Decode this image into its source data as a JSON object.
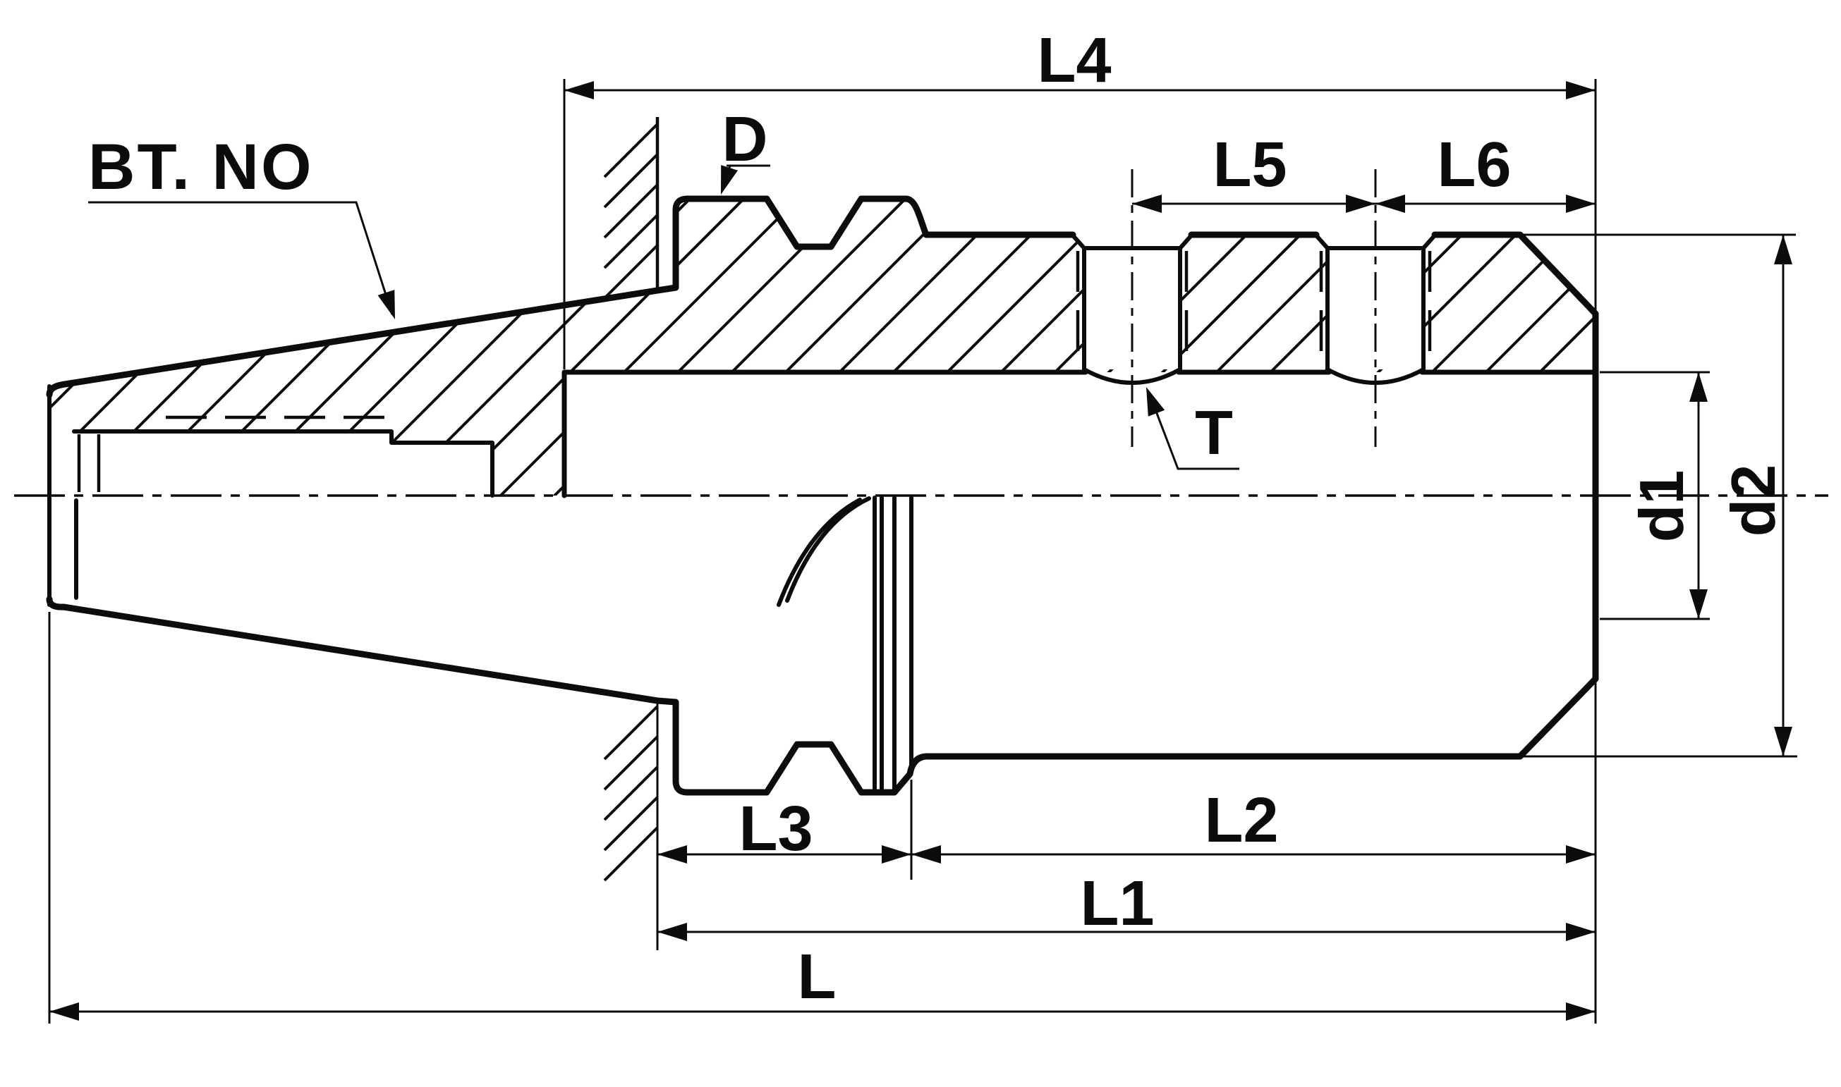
{
  "drawing": {
    "type": "technical-drawing",
    "view": "half-section side view of BT taper tool holder",
    "colors": {
      "ink": "#0c0c0c",
      "background": "#ffffff"
    },
    "labels": {
      "bt_no": "BT. NO",
      "flange_diameter": "D",
      "thread": "T",
      "l4": "L4",
      "l5": "L5",
      "l6": "L6",
      "l3": "L3",
      "l2": "L2",
      "l1": "L1",
      "l_total": "L",
      "d1": "d1",
      "d2": "d2"
    }
  }
}
